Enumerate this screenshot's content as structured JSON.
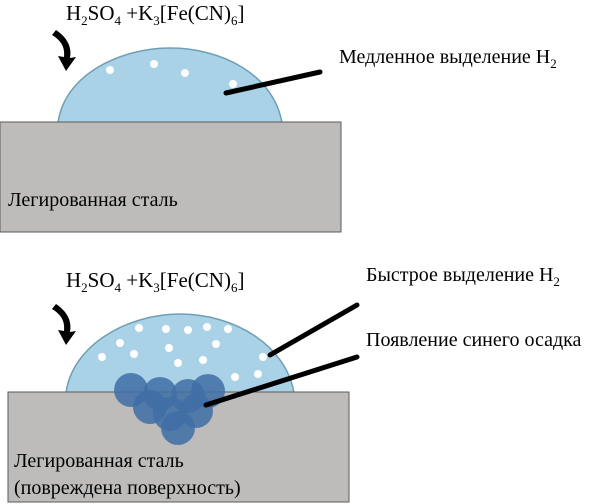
{
  "colors": {
    "drop_fill": "#a9d2e6",
    "drop_stroke": "#6f9eb6",
    "steel_fill": "#bdbcbb",
    "steel_stroke": "#5a5a5a",
    "precipitate_fill": "#3f6fa6",
    "bubble": "#ffffff",
    "pointer": "#000000"
  },
  "panel_top": {
    "formula": {
      "h": "H",
      "h_sub": "2",
      "so": "SO",
      "so_sub": "4",
      "plus_k": " +K",
      "k_sub": "3",
      "fe_cn": "[Fe(CN)",
      "cn_sub": "6",
      "close": "]"
    },
    "callout": {
      "text": "Медленное выделение H",
      "sub": "2"
    },
    "steel_label": "Легированная сталь"
  },
  "panel_bottom": {
    "formula": {
      "h": "H",
      "h_sub": "2",
      "so": "SO",
      "so_sub": "4",
      "plus_k": " +K",
      "k_sub": "3",
      "fe_cn": "[Fe(CN)",
      "cn_sub": "6",
      "close": "]"
    },
    "callout_gas": {
      "text": "Быстрое выделение H",
      "sub": "2"
    },
    "callout_precipitate": {
      "text": "Появление синего осадка"
    },
    "steel_label_line1": "Легированная сталь",
    "steel_label_line2": "(повреждена поверхность)"
  }
}
